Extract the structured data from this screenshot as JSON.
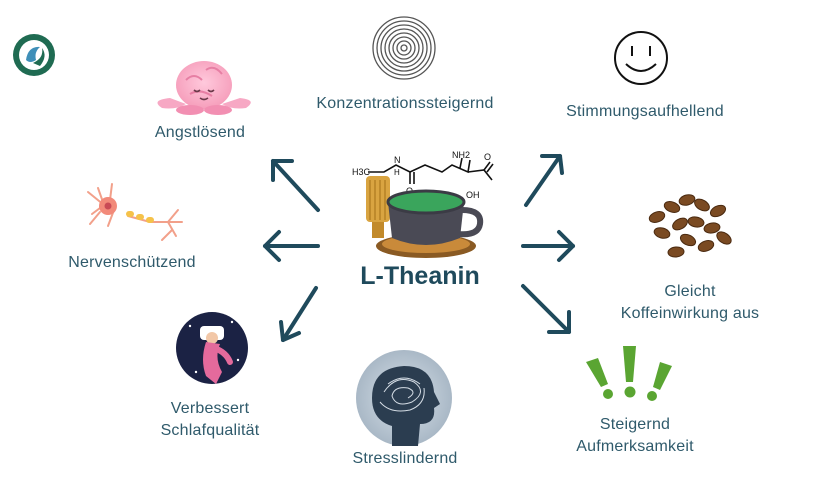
{
  "center": {
    "title": "L-Theanin",
    "molecule_labels": [
      "H3C",
      "N",
      "H",
      "NH2",
      "O",
      "OH",
      "O"
    ]
  },
  "benefits": [
    {
      "id": "anxiety",
      "label": "Angstlösend",
      "icon": "calm-brain-icon"
    },
    {
      "id": "concentration",
      "label": "Konzentrationssteigernd",
      "icon": "concentric-circles-icon"
    },
    {
      "id": "mood",
      "label": "Stimmungsaufhellend",
      "icon": "smiley-icon"
    },
    {
      "id": "neuro",
      "label": "Nervenschützend",
      "icon": "neuron-icon"
    },
    {
      "id": "caffeine",
      "label_lines": [
        "Gleicht",
        "Koffeinwirkung aus"
      ],
      "icon": "coffee-beans-icon"
    },
    {
      "id": "sleep",
      "label_lines": [
        "Verbessert",
        "Schlafqualität"
      ],
      "icon": "sleeping-person-icon"
    },
    {
      "id": "stress",
      "label": "Stresslindernd",
      "icon": "head-scribble-icon"
    },
    {
      "id": "alertness",
      "label_lines": [
        "Steigernd",
        "Aufmerksamkeit"
      ],
      "icon": "exclamation-marks-icon"
    }
  ],
  "colors": {
    "text": "#2f5a6b",
    "arrow": "#1f4a5c",
    "logo": "#1f6b52",
    "tea": "#3aa55c",
    "cup": "#4a4a55"
  }
}
